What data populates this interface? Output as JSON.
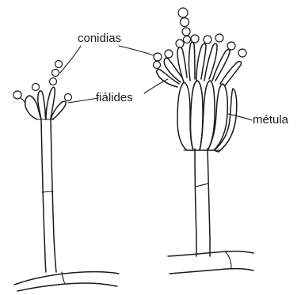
{
  "labels": {
    "conidias": "conidias",
    "fialides": "fiálides",
    "metula": "métula"
  }
}
